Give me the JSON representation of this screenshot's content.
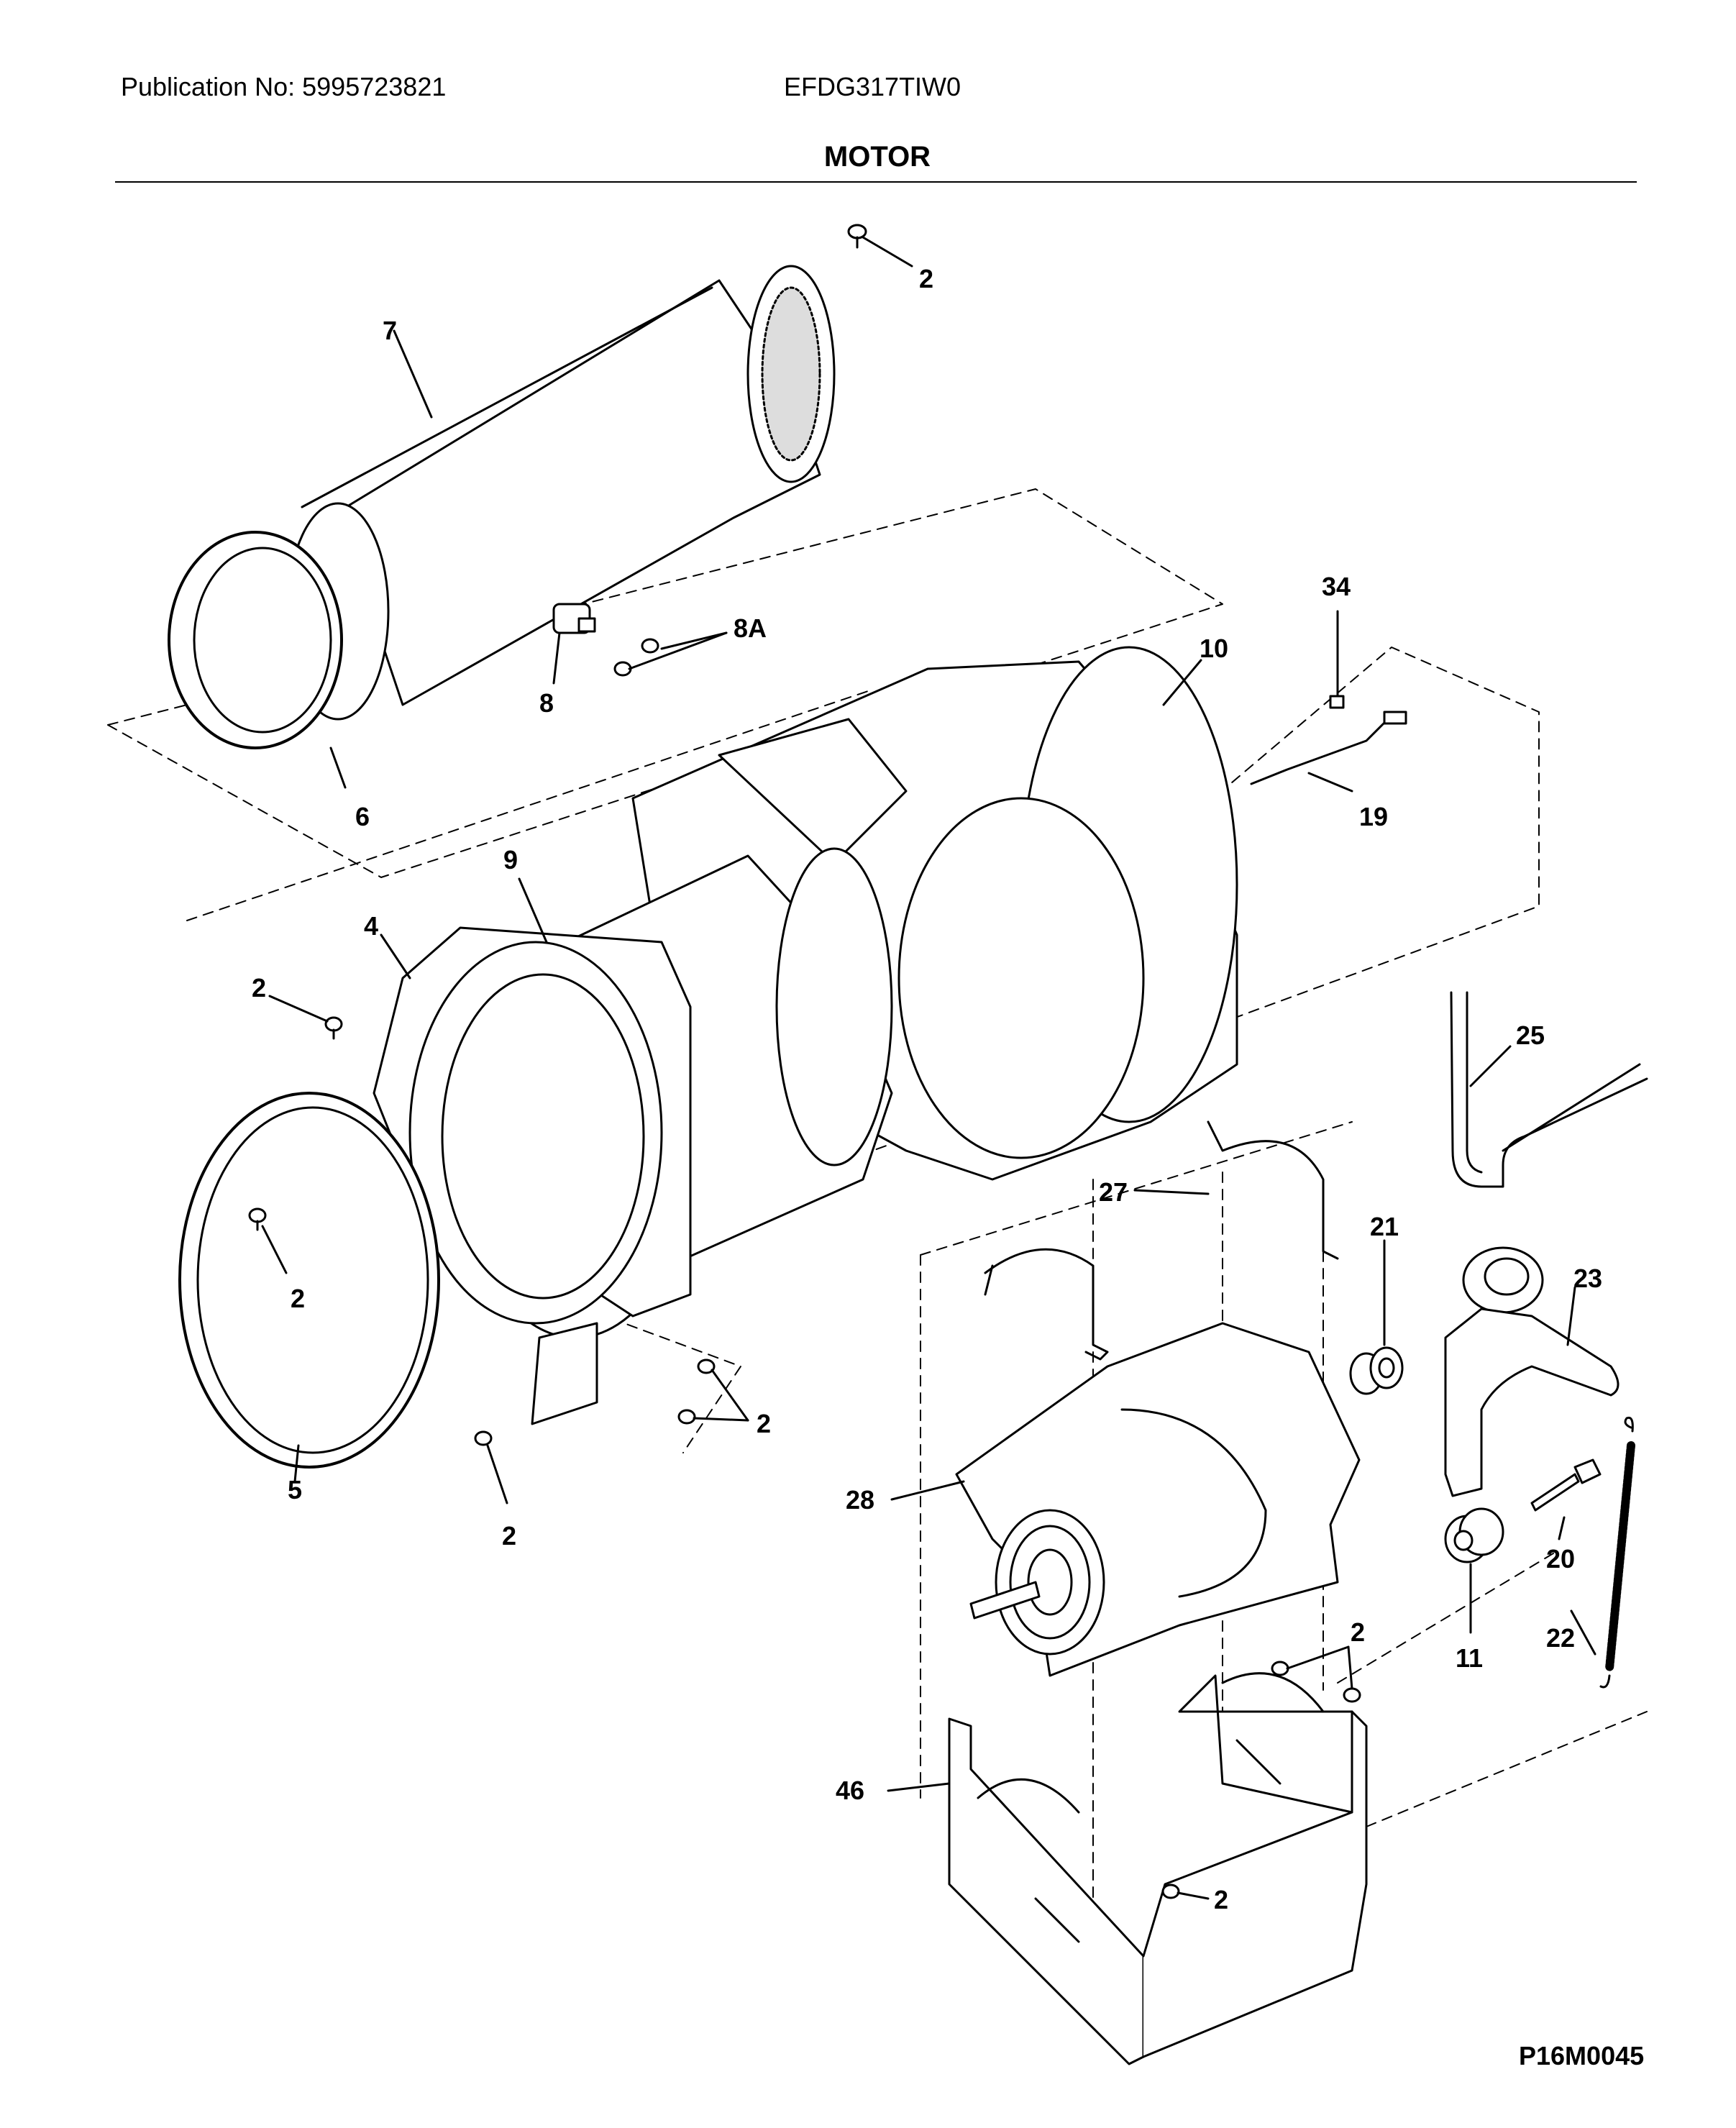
{
  "header": {
    "publication": "Publication No: 5995723821",
    "model": "EFDG317TIW0"
  },
  "title": "MOTOR",
  "diagram_code": "P16M0045",
  "callouts": [
    {
      "id": "c-2-top",
      "text": "2"
    },
    {
      "id": "c-7",
      "text": "7"
    },
    {
      "id": "c-8A",
      "text": "8A"
    },
    {
      "id": "c-8",
      "text": "8"
    },
    {
      "id": "c-6",
      "text": "6"
    },
    {
      "id": "c-10",
      "text": "10"
    },
    {
      "id": "c-34",
      "text": "34"
    },
    {
      "id": "c-19",
      "text": "19"
    },
    {
      "id": "c-9",
      "text": "9"
    },
    {
      "id": "c-4",
      "text": "4"
    },
    {
      "id": "c-2-left",
      "text": "2"
    },
    {
      "id": "c-25",
      "text": "25"
    },
    {
      "id": "c-2-ring",
      "text": "2"
    },
    {
      "id": "c-27",
      "text": "27"
    },
    {
      "id": "c-21",
      "text": "21"
    },
    {
      "id": "c-23",
      "text": "23"
    },
    {
      "id": "c-2-bracket",
      "text": "2"
    },
    {
      "id": "c-5",
      "text": "5"
    },
    {
      "id": "c-2-bottom",
      "text": "2"
    },
    {
      "id": "c-28",
      "text": "28"
    },
    {
      "id": "c-20",
      "text": "20"
    },
    {
      "id": "c-11",
      "text": "11"
    },
    {
      "id": "c-22",
      "text": "22"
    },
    {
      "id": "c-2-mount",
      "text": "2"
    },
    {
      "id": "c-46",
      "text": "46"
    },
    {
      "id": "c-2-base",
      "text": "2"
    }
  ]
}
